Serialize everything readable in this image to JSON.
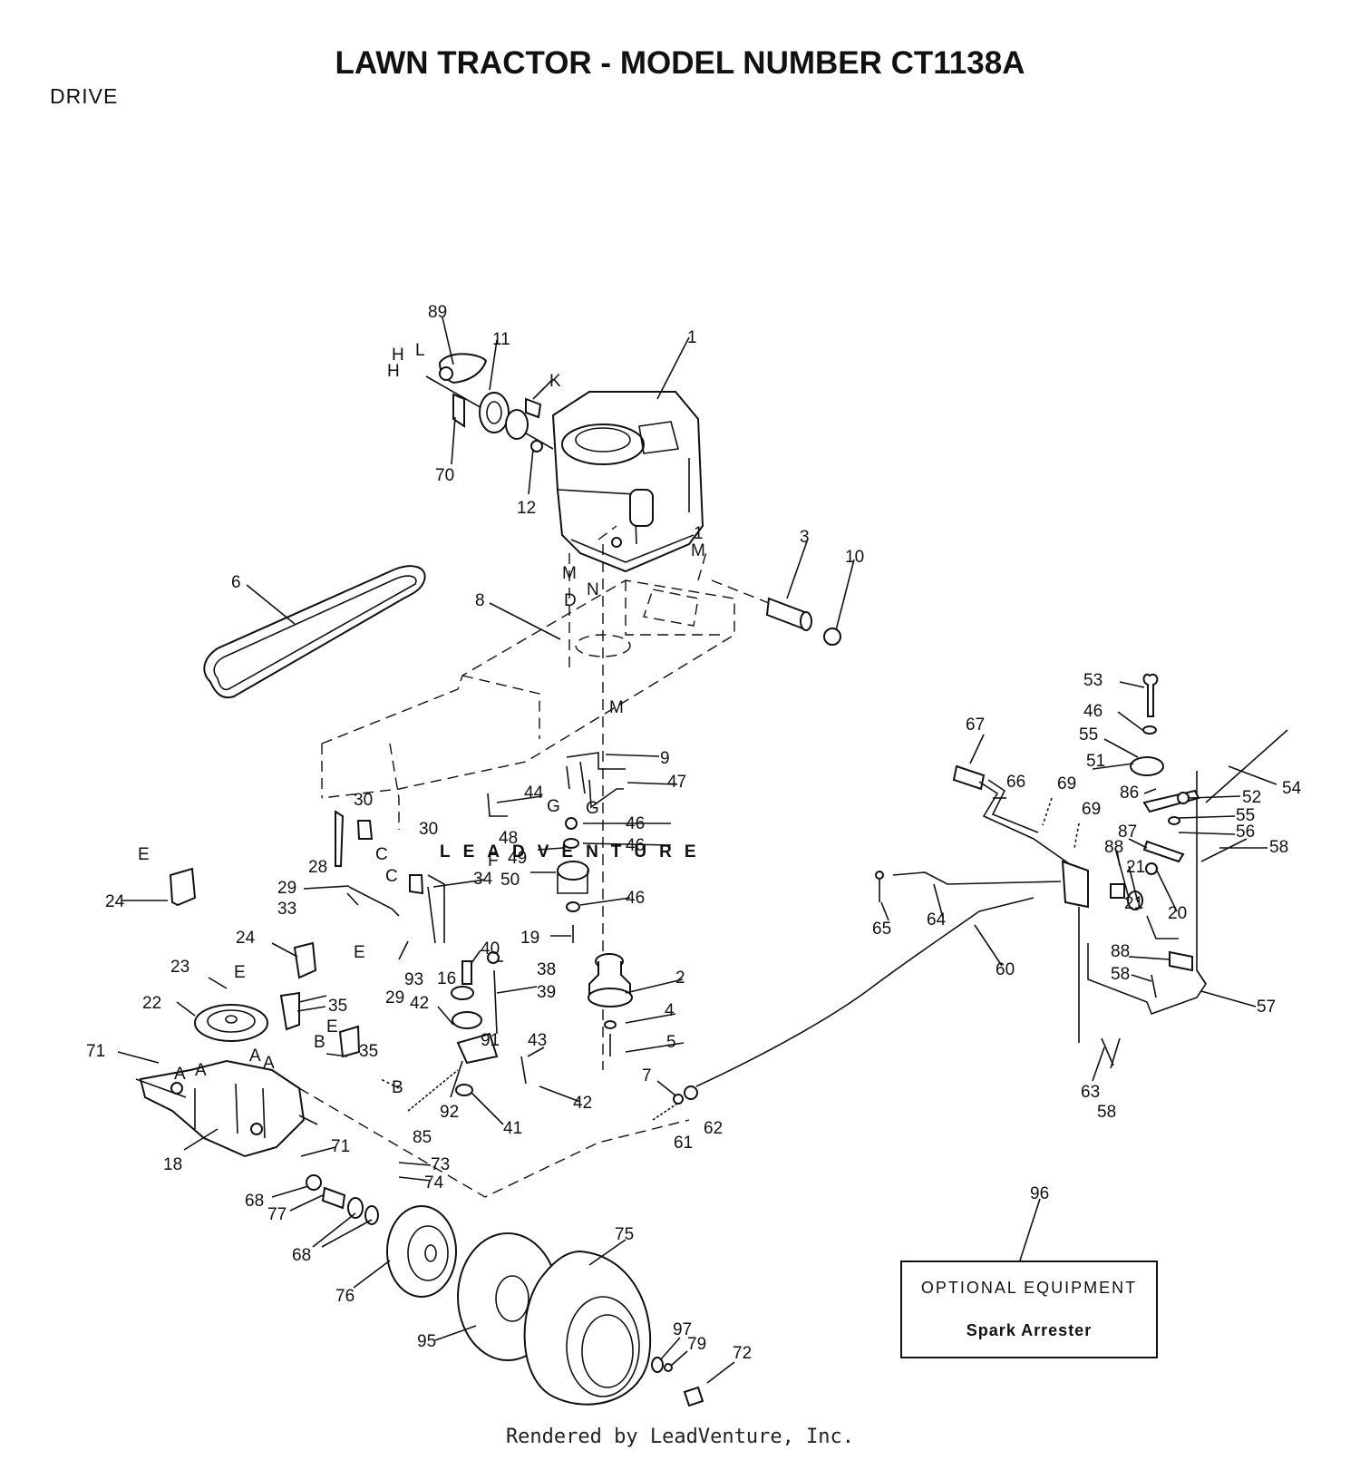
{
  "title": "LAWN TRACTOR - MODEL NUMBER CT1138A",
  "section": "DRIVE",
  "footer": "Rendered by LeadVenture, Inc.",
  "watermark": "LEADVENTURE",
  "optional_box": {
    "line1": "OPTIONAL EQUIPMENT",
    "line2": "Spark Arrester"
  },
  "callouts": [
    "89",
    "11",
    "1",
    "K",
    "H",
    "L",
    "H",
    "70",
    "12",
    "3",
    "10",
    "6",
    "8",
    "D",
    "M",
    "N",
    "1",
    "M",
    "M",
    "9",
    "47",
    "44",
    "G",
    "G",
    "48",
    "46",
    "49",
    "46",
    "F",
    "50",
    "46",
    "19",
    "30",
    "28",
    "29",
    "C",
    "30",
    "C",
    "34",
    "33",
    "E",
    "24",
    "24",
    "E",
    "29",
    "93",
    "16",
    "40",
    "38",
    "39",
    "42",
    "91",
    "43",
    "42",
    "92",
    "85",
    "41",
    "2",
    "4",
    "5",
    "7",
    "62",
    "61",
    "23",
    "22",
    "E",
    "35",
    "E",
    "35",
    "B",
    "B",
    "71",
    "A",
    "A",
    "A",
    "A",
    "18",
    "71",
    "73",
    "74",
    "68",
    "77",
    "68",
    "76",
    "75",
    "95",
    "97",
    "79",
    "72",
    "67",
    "66",
    "69",
    "69",
    "53",
    "46",
    "55",
    "51",
    "54",
    "52",
    "86",
    "55",
    "56",
    "58",
    "87",
    "88",
    "21",
    "20",
    "21",
    "88",
    "58",
    "57",
    "65",
    "64",
    "60",
    "63",
    "58",
    "96"
  ]
}
